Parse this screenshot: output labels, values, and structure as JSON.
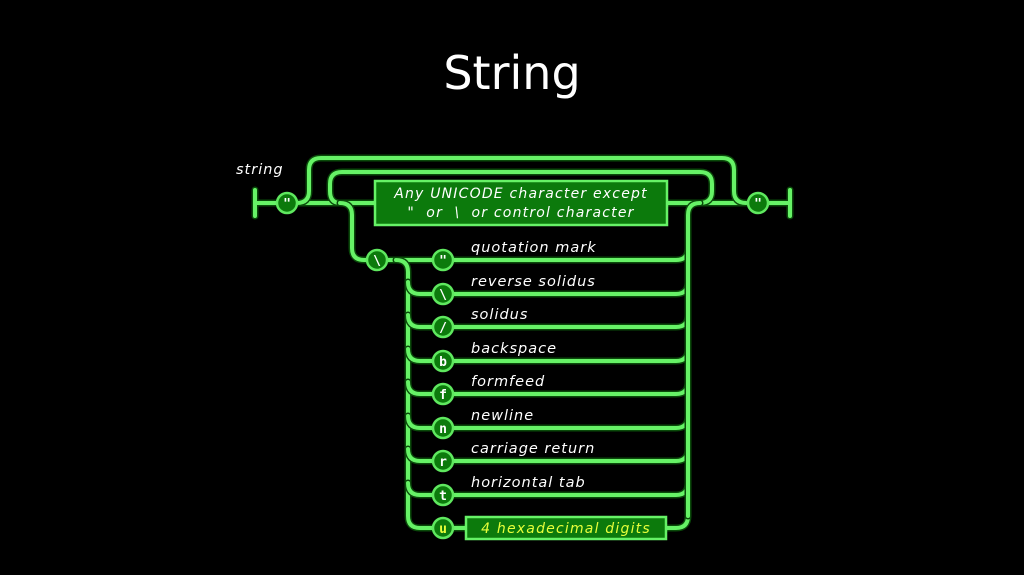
{
  "title": "String",
  "diagram": {
    "rule_name": "string",
    "quote_symbol": "\"",
    "any_char_box": {
      "line1": "Any UNICODE character except",
      "line2": "\"  or  \\  or control character"
    },
    "backslash_symbol": "\\",
    "escapes": [
      {
        "symbol": "\"",
        "label": "quotation mark"
      },
      {
        "symbol": "\\",
        "label": "reverse solidus"
      },
      {
        "symbol": "/",
        "label": "solidus"
      },
      {
        "symbol": "b",
        "label": "backspace"
      },
      {
        "symbol": "f",
        "label": "formfeed"
      },
      {
        "symbol": "n",
        "label": "newline"
      },
      {
        "symbol": "r",
        "label": "carriage return"
      },
      {
        "symbol": "t",
        "label": "horizontal tab"
      }
    ],
    "unicode_escape": {
      "symbol": "u",
      "label": "4 hexadecimal digits"
    },
    "colors": {
      "background": "#000000",
      "track": "#66f266",
      "node_fill": "#0c7a0c",
      "hex_label": "#e7ff3a"
    }
  }
}
